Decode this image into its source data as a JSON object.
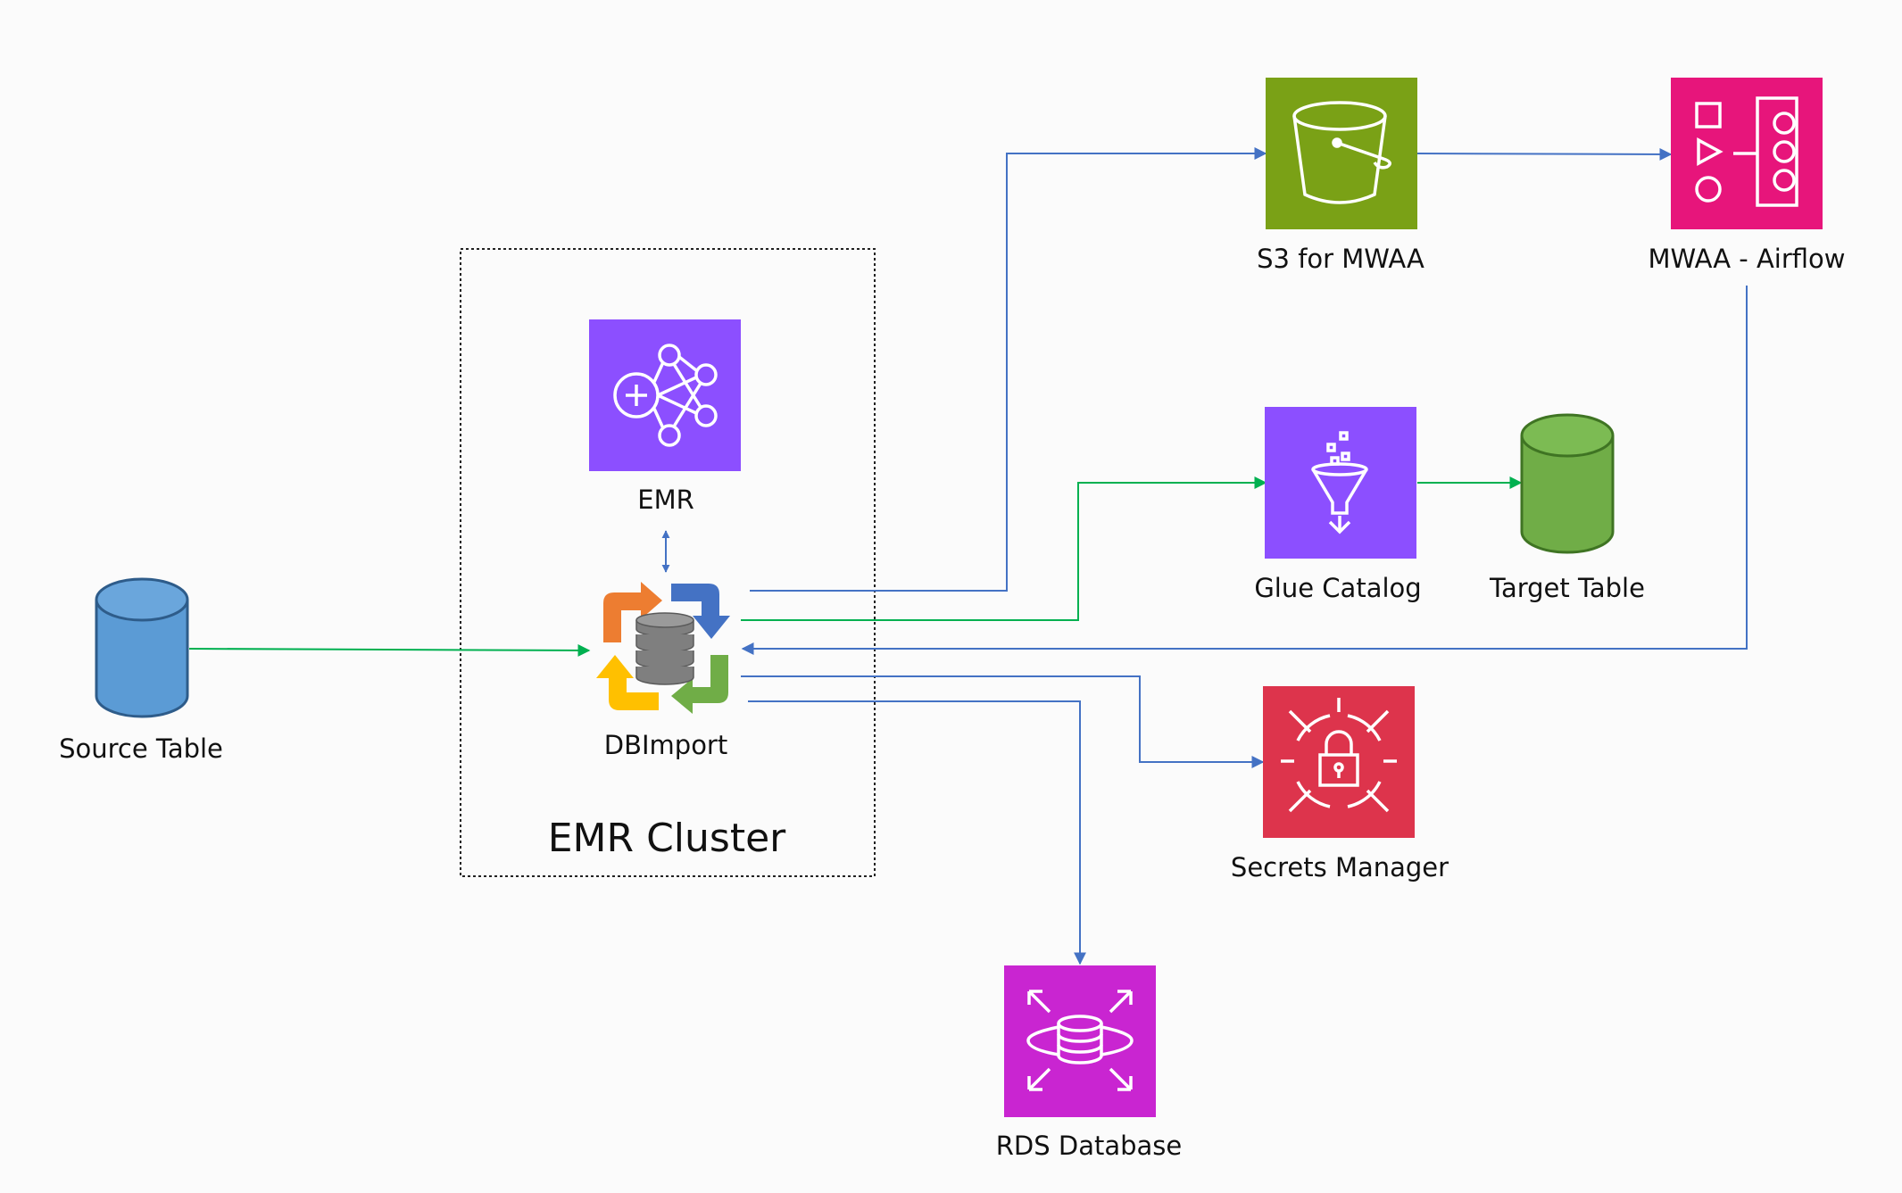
{
  "cluster": {
    "title": "EMR Cluster"
  },
  "nodes": {
    "source_table": {
      "label": "Source Table"
    },
    "emr": {
      "label": "EMR",
      "icon": "emr-icon"
    },
    "dbimport": {
      "label": "DBImport",
      "icon": "dbimport-cycle-icon"
    },
    "s3": {
      "label": "S3 for MWAA",
      "icon": "s3-bucket-icon"
    },
    "mwaa": {
      "label": "MWAA - Airflow",
      "icon": "airflow-workflow-icon"
    },
    "glue": {
      "label": "Glue Catalog",
      "icon": "glue-funnel-icon"
    },
    "target_table": {
      "label": "Target Table"
    },
    "secrets": {
      "label": "Secrets Manager",
      "icon": "secrets-lock-icon"
    },
    "rds": {
      "label": "RDS Database",
      "icon": "rds-database-icon"
    }
  },
  "colors": {
    "blue_line": "#4472c4",
    "green_line": "#00b050",
    "emr_purple": "#8c4fff",
    "s3_green": "#7aa116",
    "mwaa_pink": "#e7157b",
    "secrets_red": "#dd344c",
    "rds_magenta": "#c925d1",
    "source_cylinder": "#5b9bd5",
    "target_cylinder": "#70ad47"
  }
}
